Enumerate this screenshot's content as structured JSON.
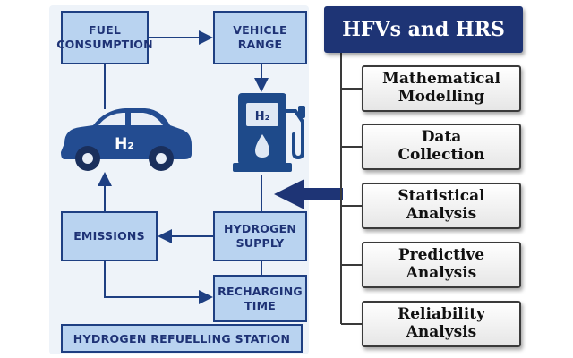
{
  "left_panel": {
    "fuel_consumption": [
      "FUEL",
      "CONSUMPTION"
    ],
    "vehicle_range": [
      "VEHICLE",
      "RANGE"
    ],
    "emissions": "EMISSIONS",
    "hydrogen_supply": [
      "HYDROGEN",
      "SUPPLY"
    ],
    "recharging_time": [
      "RECHARGING",
      "TIME"
    ],
    "station": "HYDROGEN REFUELLING STATION",
    "car_label": "H₂",
    "pump_label": "H₂"
  },
  "right_panel": {
    "title": "HFVs and HRS",
    "methods": [
      [
        "Mathematical",
        "Modelling"
      ],
      [
        "Data",
        "Collection"
      ],
      [
        "Statistical",
        "Analysis"
      ],
      [
        "Predictive",
        "Analysis"
      ],
      [
        "Reliability",
        "Analysis"
      ]
    ]
  },
  "colors": {
    "navy": "#1e3475",
    "box_fill": "#b9d3f0",
    "car_blue": "#234c91",
    "pump_blue": "#1e4a8a"
  }
}
